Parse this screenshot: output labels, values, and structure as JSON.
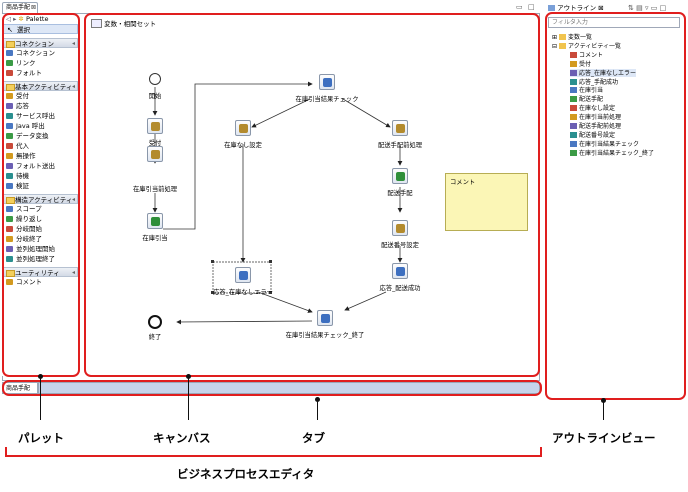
{
  "editor": {
    "tab_label": "商品手配",
    "close_glyph": "⊠",
    "bottom_tab_label": "商品手配",
    "canvas_title": "変数・相関セット"
  },
  "palette": {
    "header_label": "Palette",
    "select_label": "選択",
    "groups": [
      {
        "label": "コネクション",
        "items": [
          "コネクション",
          "リンク",
          "フォルト"
        ]
      },
      {
        "label": "基本アクティビティ",
        "items": [
          "受付",
          "応答",
          "サービス呼出",
          "Java 呼出",
          "データ変換",
          "代入",
          "無操作",
          "フォルト送出",
          "待機",
          "検証"
        ]
      },
      {
        "label": "構造アクティビティ",
        "items": [
          "スコープ",
          "繰り返し",
          "分岐開始",
          "分岐終了",
          "並列処理開始",
          "並列処理終了"
        ]
      },
      {
        "label": "ユーティリティ",
        "items": [
          "コメント"
        ]
      }
    ]
  },
  "diagram": {
    "nodes": [
      {
        "label": "開始",
        "icon": "start-circle-icon"
      },
      {
        "label": "受付",
        "icon": "receive-icon"
      },
      {
        "label": "在庫引当前処理",
        "icon": "transform-icon"
      },
      {
        "label": "在庫引当",
        "icon": "service-call-icon"
      },
      {
        "label": "在庫引当結果チェック",
        "icon": "branch-start-icon"
      },
      {
        "label": "在庫なし設定",
        "icon": "transform-icon"
      },
      {
        "label": "配送手配前処理",
        "icon": "transform-icon"
      },
      {
        "label": "配送手配",
        "icon": "service-call-icon"
      },
      {
        "label": "配送番号設定",
        "icon": "transform-icon"
      },
      {
        "label": "応答_配送成功",
        "icon": "reply-icon"
      },
      {
        "label": "応答_在庫なしエラー",
        "icon": "reply-icon"
      },
      {
        "label": "在庫引当結果チェック_終了",
        "icon": "branch-end-icon"
      },
      {
        "label": "終了",
        "icon": "end-circle-icon"
      }
    ],
    "comment_text": "コメント"
  },
  "outline": {
    "tab_label": "アウトライン",
    "close_glyph": "⊠",
    "filter_placeholder": "フィルタ入力",
    "tree": [
      {
        "label": "変数一覧",
        "level": 0,
        "expander": "⊞"
      },
      {
        "label": "アクティビティ一覧",
        "level": 0,
        "expander": "⊟"
      },
      {
        "label": "コメント",
        "level": 1
      },
      {
        "label": "受付",
        "level": 1
      },
      {
        "label": "応答_在庫なしエラー",
        "level": 1
      },
      {
        "label": "応答_手配成功",
        "level": 1
      },
      {
        "label": "在庫引当",
        "level": 1
      },
      {
        "label": "配送手配",
        "level": 1
      },
      {
        "label": "在庫なし設定",
        "level": 1
      },
      {
        "label": "在庫引当前処理",
        "level": 1
      },
      {
        "label": "配送手配前処理",
        "level": 1
      },
      {
        "label": "配送番号設定",
        "level": 1
      },
      {
        "label": "在庫引当結果チェック",
        "level": 1
      },
      {
        "label": "在庫引当結果チェック_終了",
        "level": 1
      }
    ]
  },
  "callouts": {
    "palette": "パレット",
    "canvas": "キャンバス",
    "tab": "タブ",
    "outline_view": "アウトラインビュー",
    "business_process_editor": "ビジネスプロセスエディタ"
  },
  "colors": {
    "highlight_red": "#e01e1e",
    "tab_bar_blue": "#c6d4ea",
    "comment_yellow": "#fbf6b6",
    "selection_blue": "#dde7f6"
  }
}
